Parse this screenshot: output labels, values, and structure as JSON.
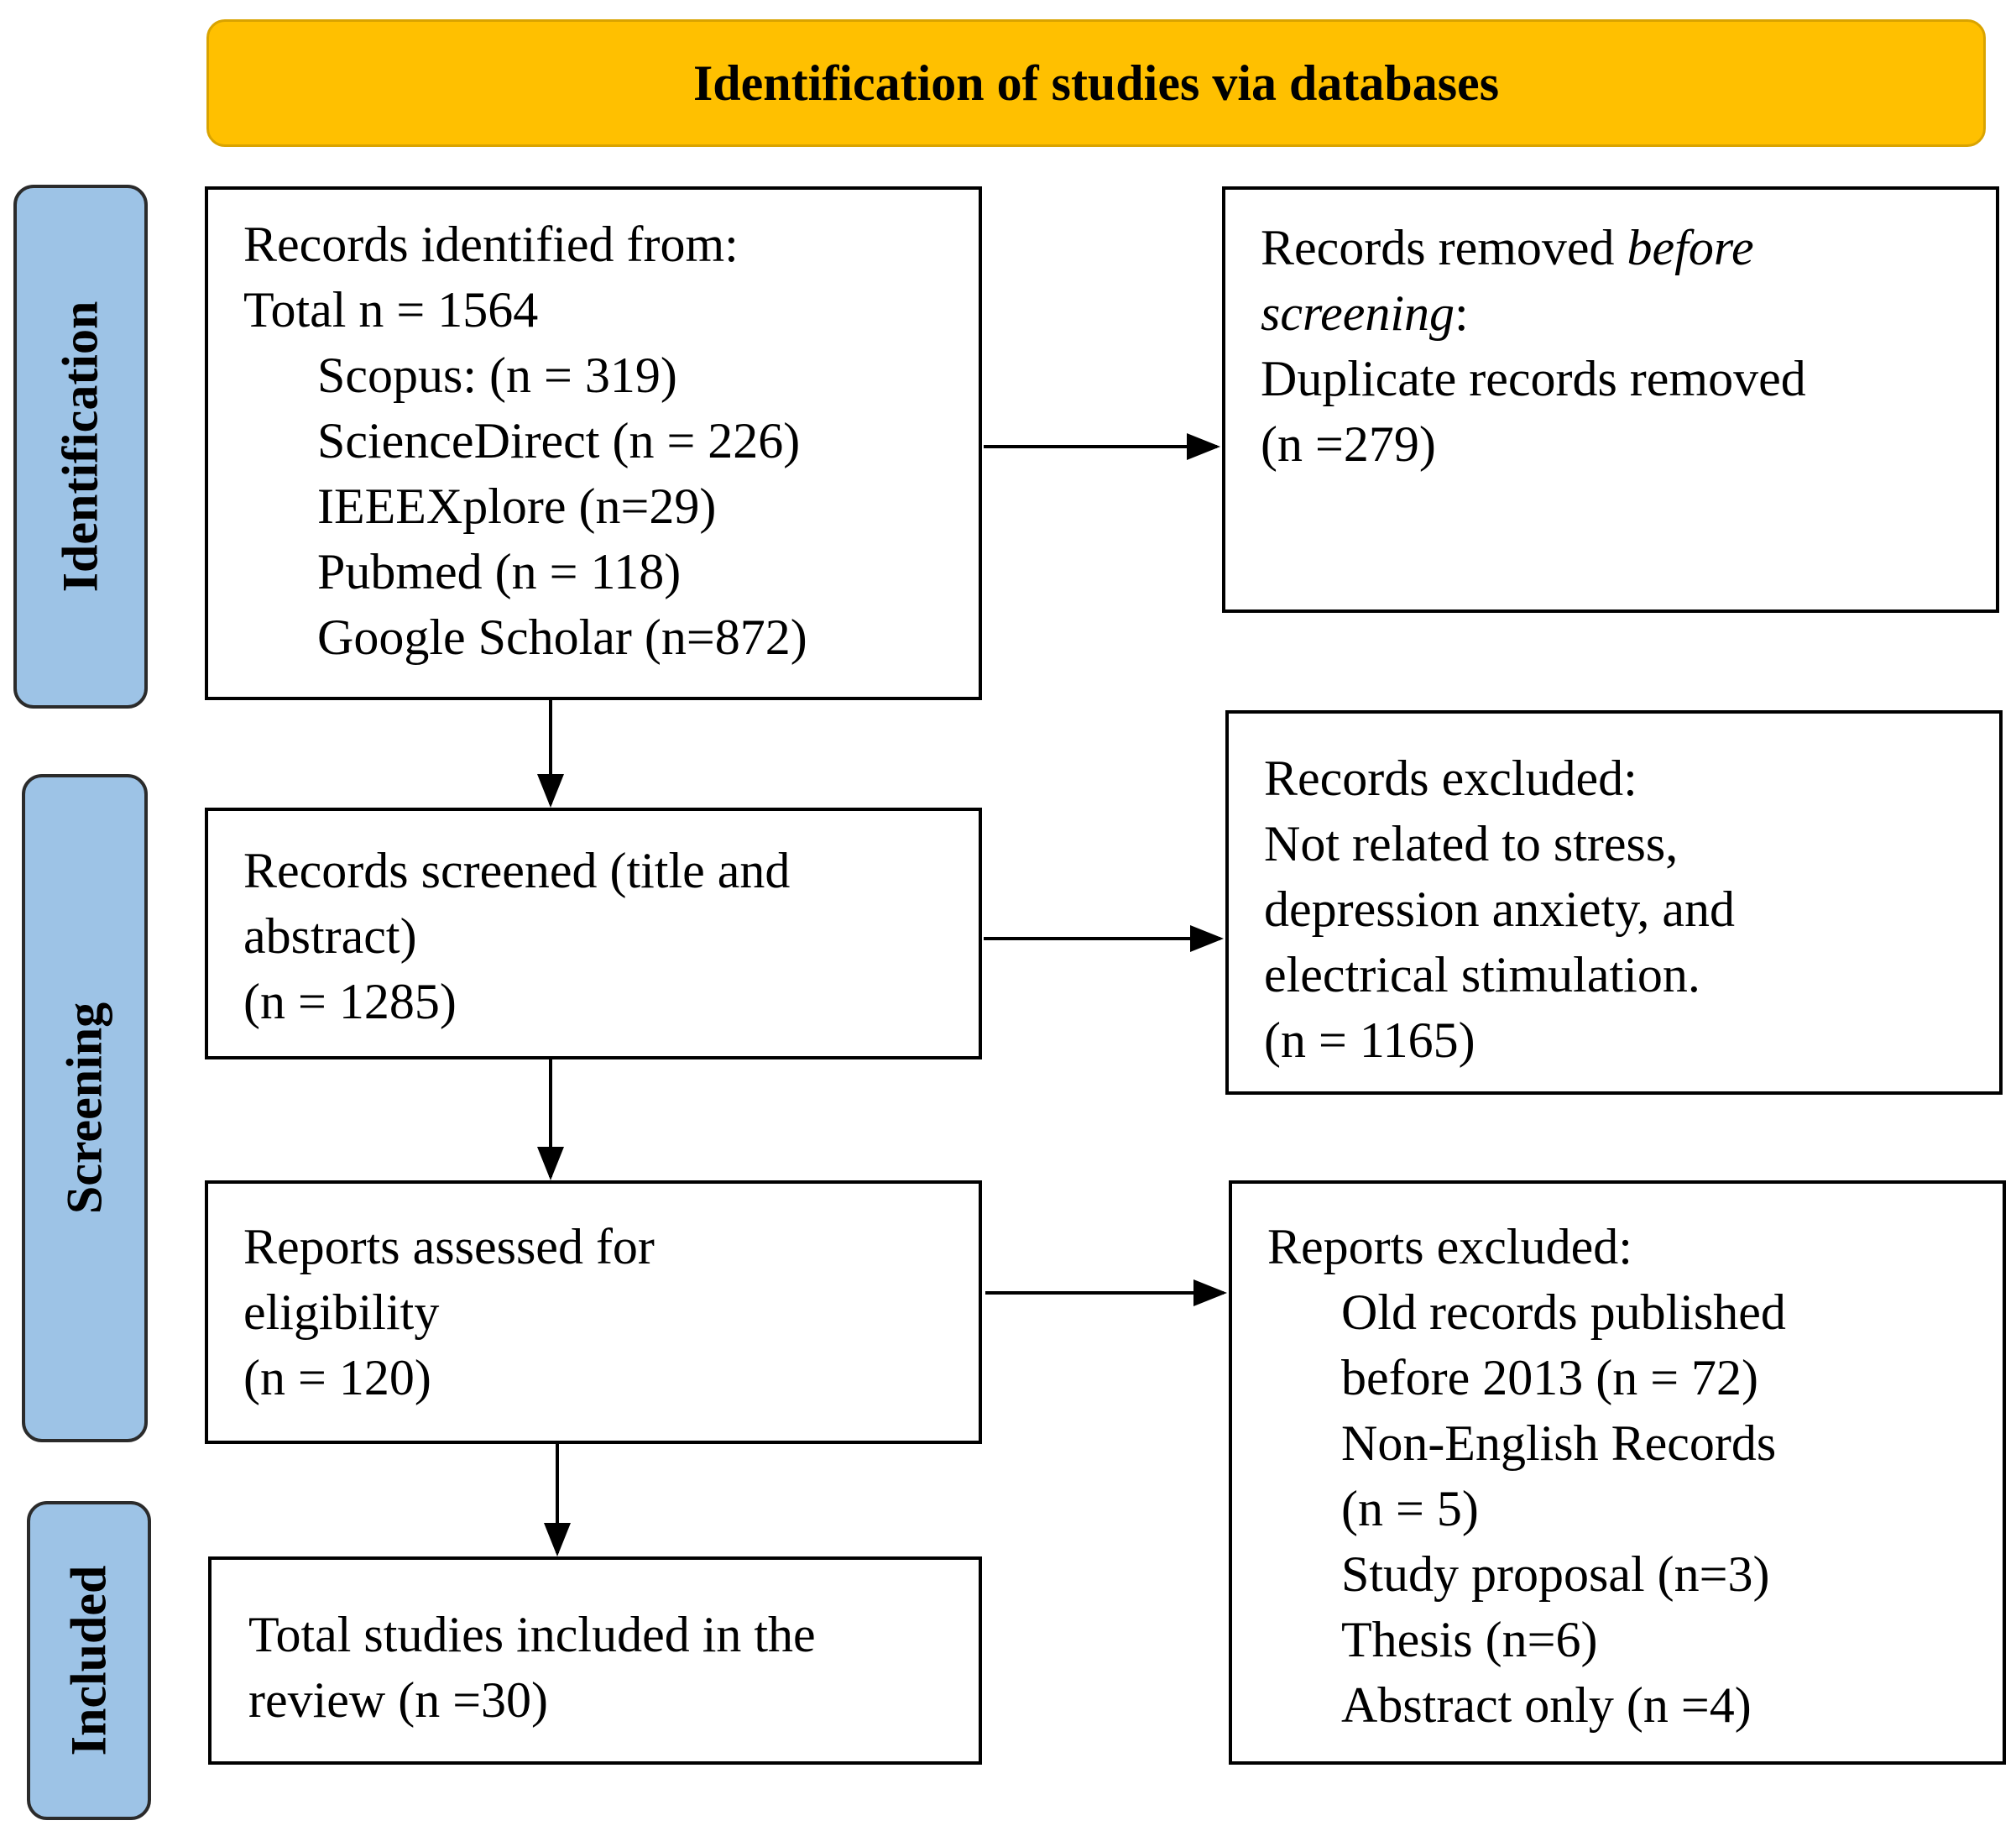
{
  "header": {
    "title": "Identification of studies via databases"
  },
  "stages": {
    "identification": "Identification",
    "screening": "Screening",
    "included": "Included"
  },
  "boxes": {
    "records_identified": {
      "heading": "Records identified from:",
      "total": "Total n = 1564",
      "sources": [
        "Scopus: (n = 319)",
        "ScienceDirect (n = 226)",
        "IEEEXplore (n=29)",
        "Pubmed (n = 118)",
        "Google Scholar (n=872)"
      ]
    },
    "records_removed": {
      "heading_plain": "Records removed ",
      "heading_italic_1": "before",
      "heading_italic_2": "screening",
      "heading_colon": ":",
      "line1": "Duplicate records removed",
      "line2": "(n =279)"
    },
    "records_screened": {
      "line1": "Records screened (title and",
      "line2": "abstract)",
      "line3": "(n = 1285)"
    },
    "records_excluded": {
      "heading": "Records excluded:",
      "line1": "Not related to stress,",
      "line2": "depression anxiety, and",
      "line3": "electrical stimulation.",
      "line4": "(n = 1165)"
    },
    "reports_assessed": {
      "line1": "Reports assessed for",
      "line2": "eligibility",
      "line3": "(n = 120)"
    },
    "reports_excluded": {
      "heading": "Reports excluded:",
      "items": [
        "Old records published",
        "before 2013 (n = 72)",
        "Non-English Records",
        "(n = 5)",
        "Study proposal (n=3)",
        "Thesis (n=6)",
        "Abstract only (n =4)"
      ]
    },
    "included": {
      "line1": "Total studies included in the",
      "line2": "review (n =30)"
    }
  }
}
